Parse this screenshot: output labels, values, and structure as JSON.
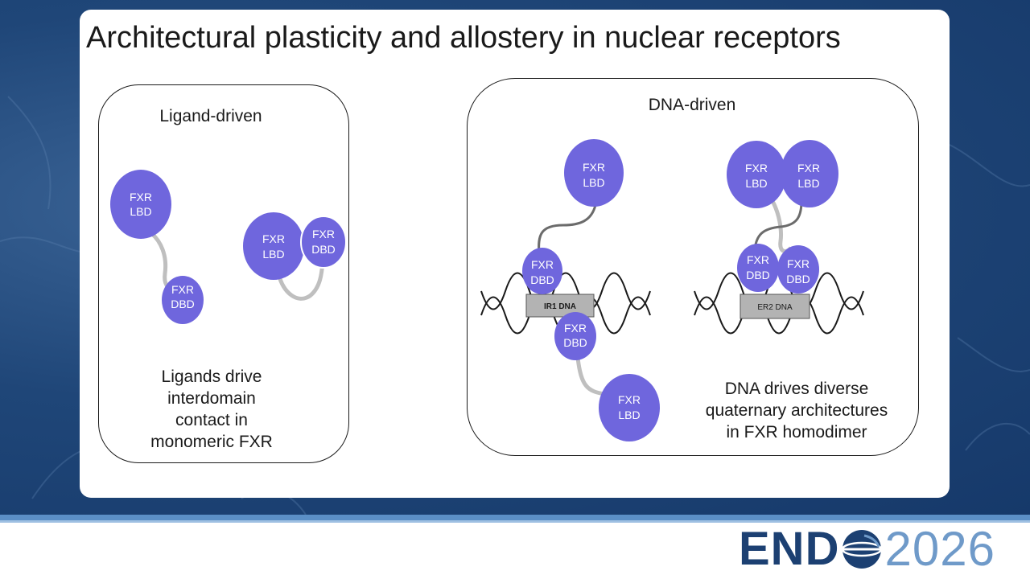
{
  "slide": {
    "title": "Architectural plasticity and allostery in nuclear receptors"
  },
  "left_panel": {
    "heading": "Ligand-driven",
    "caption_lines": [
      "Ligands drive",
      "interdomain",
      "contact in",
      "monomeric FXR"
    ]
  },
  "right_panel": {
    "heading": "DNA-driven",
    "caption_lines": [
      "DNA drives diverse",
      "quaternary architectures",
      "in FXR homodimer"
    ],
    "dna_labels": {
      "ir1": "IR1 DNA",
      "er2": "ER2 DNA"
    }
  },
  "domain_labels": {
    "receptor": "FXR",
    "lbd": "LBD",
    "dbd": "DBD"
  },
  "footer": {
    "logo_left": "END",
    "logo_right": "2026",
    "logo_globe": "globe-icon"
  },
  "colors": {
    "domain_fill": "#6f66dd",
    "dna_box": "#b3b3b3",
    "linker_light": "#bfbfbf",
    "linker_dark": "#6b6b6b",
    "background_blue": "#1f4678",
    "logo_dark": "#1c4072",
    "logo_light": "#6f9ac9"
  }
}
